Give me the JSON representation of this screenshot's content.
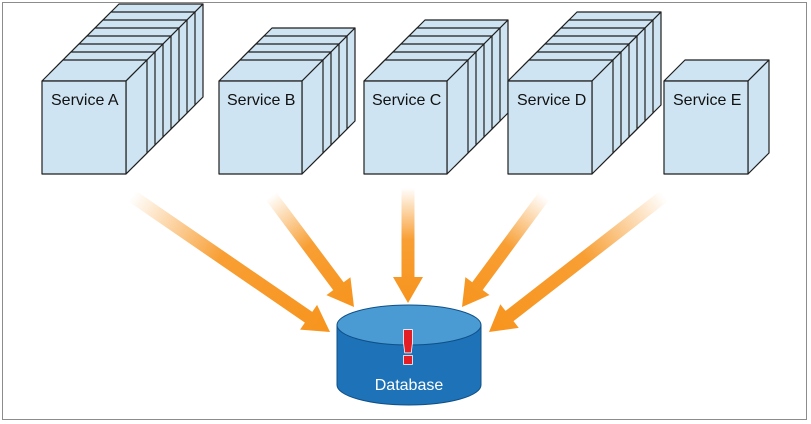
{
  "services": [
    {
      "id": "a",
      "label": "Service A",
      "stack": 8
    },
    {
      "id": "b",
      "label": "Service B",
      "stack": 5
    },
    {
      "id": "c",
      "label": "Service C",
      "stack": 6
    },
    {
      "id": "d",
      "label": "Service D",
      "stack": 7
    },
    {
      "id": "e",
      "label": "Service E",
      "stack": 1
    }
  ],
  "database": {
    "label": "Database",
    "alert_symbol": "!"
  },
  "colors": {
    "server_face": "#cfe4f2",
    "server_edge": "#1f1f1f",
    "arrow": "#f7941d",
    "db_body": "#1d72b8",
    "db_top": "#4a9bd4",
    "alert": "#e31e24",
    "frame_border": "#8c8c8c"
  }
}
